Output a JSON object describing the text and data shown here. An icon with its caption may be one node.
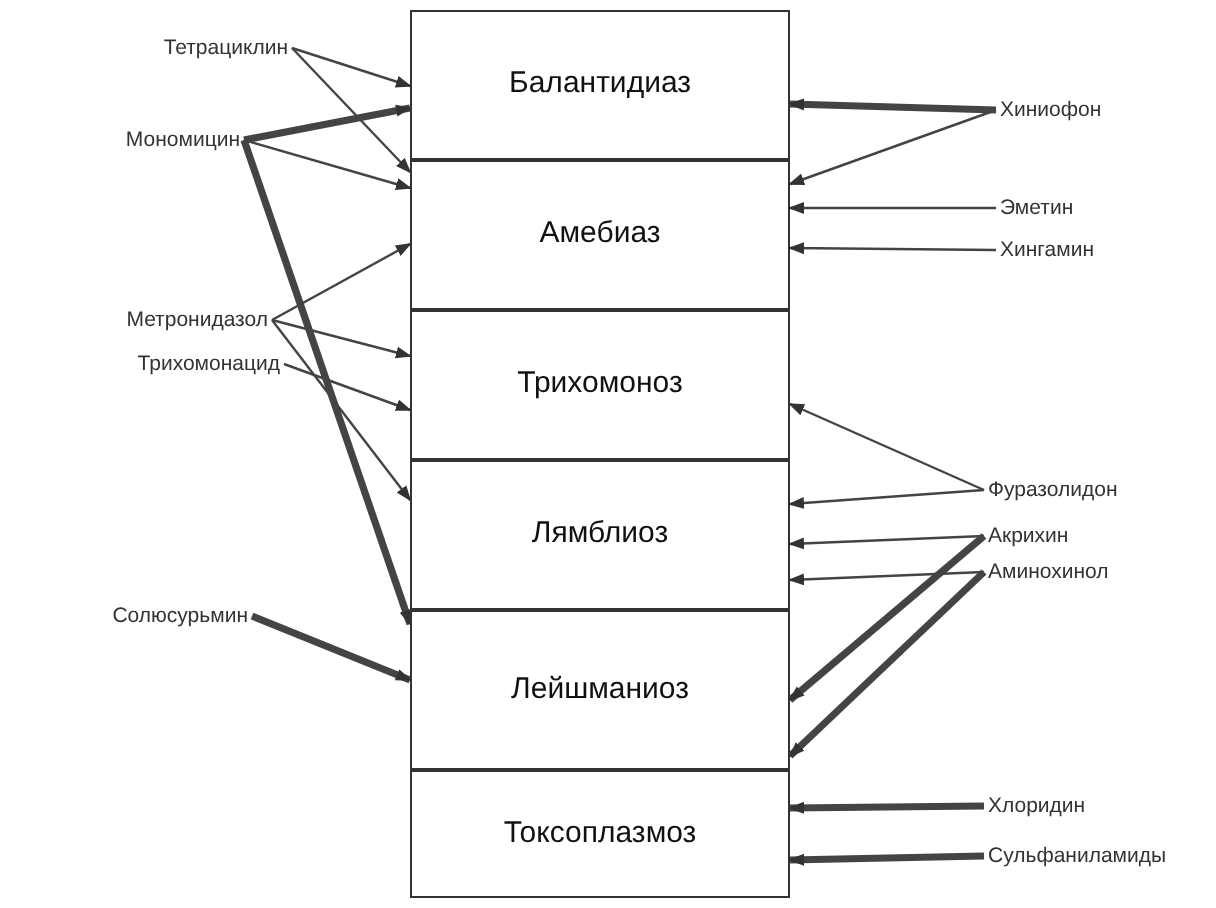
{
  "diagram": {
    "nodes": [
      {
        "text": [
          "Тетрациклин"
        ]
      },
      {
        "text": [
          "Мономицин"
        ]
      },
      {
        "text": [
          "Метронидазол"
        ]
      },
      {
        "text": [
          "Трихомонацид"
        ]
      },
      {
        "text": [
          "Солюсурьмин"
        ]
      },
      {
        "text": [
          "Балантидиаз"
        ]
      },
      {
        "text": [
          "Амебиаз"
        ]
      },
      {
        "text": [
          "Трихомоноз"
        ]
      },
      {
        "text": [
          "Лямблиоз"
        ]
      },
      {
        "text": [
          "Лейшманиоз"
        ]
      },
      {
        "text": [
          "Токсоплазмоз"
        ]
      },
      {
        "text": [
          "Хиниофон"
        ]
      },
      {
        "text": [
          "Эметин"
        ]
      },
      {
        "text": [
          "Хингамин"
        ]
      },
      {
        "text": [
          "Фуразолидон"
        ]
      },
      {
        "text": [
          "Акрихин"
        ]
      },
      {
        "text": [
          "Аминохинол"
        ]
      },
      {
        "text": [
          "Хлоридин"
        ]
      },
      {
        "text": [
          "Сульфаниламиды"
        ]
      }
    ],
    "edges": [
      {
        "from": 0,
        "to": 5,
        "arrow": "to"
      },
      {
        "from": 0,
        "to": 6,
        "arrow": "to"
      },
      {
        "from": 1,
        "to": 5,
        "arrow": "to",
        "style": "thick"
      },
      {
        "from": 1,
        "to": 6,
        "arrow": "to"
      },
      {
        "from": 1,
        "to": 9,
        "arrow": "to",
        "style": "thick"
      },
      {
        "from": 2,
        "to": 6,
        "arrow": "to"
      },
      {
        "from": 2,
        "to": 7,
        "arrow": "to"
      },
      {
        "from": 2,
        "to": 8,
        "arrow": "to"
      },
      {
        "from": 3,
        "to": 7,
        "arrow": "to"
      },
      {
        "from": 4,
        "to": 9,
        "arrow": "to",
        "style": "thick"
      },
      {
        "from": 11,
        "to": 5,
        "arrow": "to",
        "style": "thick"
      },
      {
        "from": 11,
        "to": 6,
        "arrow": "to"
      },
      {
        "from": 12,
        "to": 6,
        "arrow": "to"
      },
      {
        "from": 13,
        "to": 6,
        "arrow": "to"
      },
      {
        "from": 14,
        "to": 7,
        "arrow": "to"
      },
      {
        "from": 14,
        "to": 8,
        "arrow": "to"
      },
      {
        "from": 15,
        "to": 8,
        "arrow": "to"
      },
      {
        "from": 15,
        "to": 9,
        "arrow": "to",
        "style": "thick"
      },
      {
        "from": 16,
        "to": 8,
        "arrow": "to"
      },
      {
        "from": 16,
        "to": 9,
        "arrow": "to",
        "style": "thick"
      },
      {
        "from": 17,
        "to": 10,
        "arrow": "to",
        "style": "thick"
      },
      {
        "from": 18,
        "to": 10,
        "arrow": "to",
        "style": "thick"
      }
    ]
  }
}
